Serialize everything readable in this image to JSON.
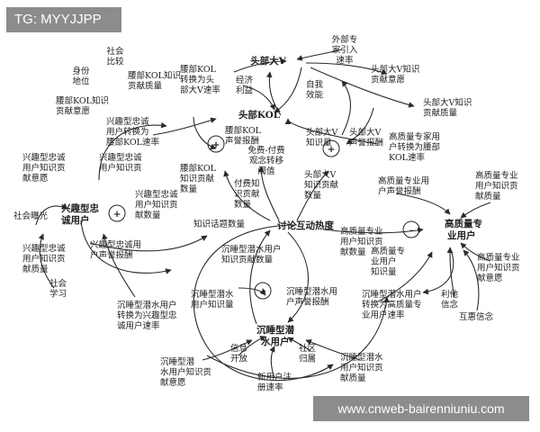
{
  "watermarks": {
    "top_left": "TG: MYYJJPP",
    "bottom_right": "www.cnweb-bairenniuniu.com"
  },
  "core_nodes": {
    "hub": "讨论互动热度",
    "top_v": "头部大V",
    "top_kol": "头部KOL",
    "loyal_users_l1": "兴趣型忠",
    "loyal_users_l2": "诚用户",
    "hq_users_l1": "高质量专",
    "hq_users_l2": "业用户",
    "dormant_users_l1": "沉睡型潜",
    "dormant_users_l2": "水用户"
  },
  "nodes": {
    "n_social_compare": [
      "社会",
      "比较"
    ],
    "n_identity": [
      "身份",
      "地位"
    ],
    "n_kol_contrib_quality": [
      "腰部KOL知识",
      "贡献质量"
    ],
    "n_kol_to_v_rate": [
      "腰部KOL",
      "转换为头",
      "部大V速率"
    ],
    "n_econ_interest": [
      "经济",
      "利益"
    ],
    "n_self_efficacy": [
      "自我",
      "效能"
    ],
    "n_expert_intro": [
      "外部专",
      "家引入",
      "速率"
    ],
    "n_v_knowledge_willing": [
      "头部大V知识",
      "贡献意愿"
    ],
    "n_kol_willing": [
      "腰部KOL知识",
      "贡献意愿"
    ],
    "n_v_knowledge_quality": [
      "头部大V知识",
      "贡献质量"
    ],
    "n_loyal_to_kol_rate": [
      "兴趣型忠诚",
      "用户转换为",
      "腰部KOL速率"
    ],
    "n_kol_reputation": [
      "腰部KOL",
      "声誉报酬"
    ],
    "n_v_knowledge_amt": [
      "头部大V",
      "知识量"
    ],
    "n_v_reputation": [
      "头部大V",
      "声誉报酬"
    ],
    "n_hq_to_kol_rate": [
      "高质量专家用",
      "户转换为腰部",
      "KOL速率"
    ],
    "n_loyal_knowledge_willing": [
      "兴趣型忠诚",
      "用户知识贡",
      "献意愿"
    ],
    "n_loyal_knowledge_qual": [
      "兴趣型忠诚",
      "用户知识贡"
    ],
    "n_kol_knowledge_amt": [
      "腰部KOL",
      "知识贡献",
      "数量"
    ],
    "n_free_paid": [
      "免费-付费",
      "观念转移",
      "阈值"
    ],
    "n_paid_knowledge": [
      "付费知",
      "识贡献",
      "数量"
    ],
    "n_v_knowledge_count": [
      "头部大V",
      "知识贡献",
      "数量"
    ],
    "n_hq_reputation": [
      "高质量专业用",
      "户声誉报酬"
    ],
    "n_hq_knowledge_willing": [
      "高质量专业",
      "用户知识贡",
      "献质量"
    ],
    "n_social_exposure": [
      "社会曝光"
    ],
    "n_loyal_contrib_amt": [
      "兴趣型忠诚",
      "用户知识贡",
      "献数量"
    ],
    "n_knowledge_topics": [
      "知识话题数量"
    ],
    "n_hq_contrib_amt": [
      "高质量专业",
      "用户知识贡",
      "献数量"
    ],
    "n_loyal_contrib_willing2": [
      "兴趣型忠诚",
      "用户知识贡",
      "献质量"
    ],
    "n_loyal_reputation": [
      "兴趣型忠诚用",
      "户声誉报酬"
    ],
    "n_dormant_contrib_amt": [
      "沉睡型潜水用户",
      "知识贡献数量"
    ],
    "n_hq_knowledge_quantity": [
      "高质量专",
      "业用户",
      "知识量"
    ],
    "n_hq_contrib_willing": [
      "高质量专业",
      "用户知识贡",
      "献意愿"
    ],
    "n_social_learning": [
      "社会",
      "学习"
    ],
    "n_dormant_knowledge": [
      "沉睡型潜水",
      "用户知识量"
    ],
    "n_dormant_reputation": [
      "沉睡型潜水用",
      "户声誉报酬"
    ],
    "n_dormant_to_loyal": [
      "沉睡型潜水用户",
      "转换为兴趣型忠",
      "诚用户速率"
    ],
    "n_dormant_to_hq": [
      "沉睡型潜水用户",
      "转换为高质量专",
      "业用户速率"
    ],
    "n_altruism": [
      "利他",
      "信念"
    ],
    "n_reciprocity": [
      "互惠信念"
    ],
    "n_info_open": [
      "信息",
      "开放"
    ],
    "n_community_belonging": [
      "社区",
      "归属"
    ],
    "n_dormant_willing": [
      "沉睡型潜",
      "水用户知识贡",
      "献意愿"
    ],
    "n_dormant_quality": [
      "沉睡型潜水",
      "用户知识贡",
      "献质量"
    ],
    "n_new_user_rate": [
      "新用户注",
      "册速率"
    ]
  },
  "loop_signs": {
    "left": "+",
    "top_kol": "+",
    "top_v": "+",
    "right": "-",
    "center": "+"
  }
}
